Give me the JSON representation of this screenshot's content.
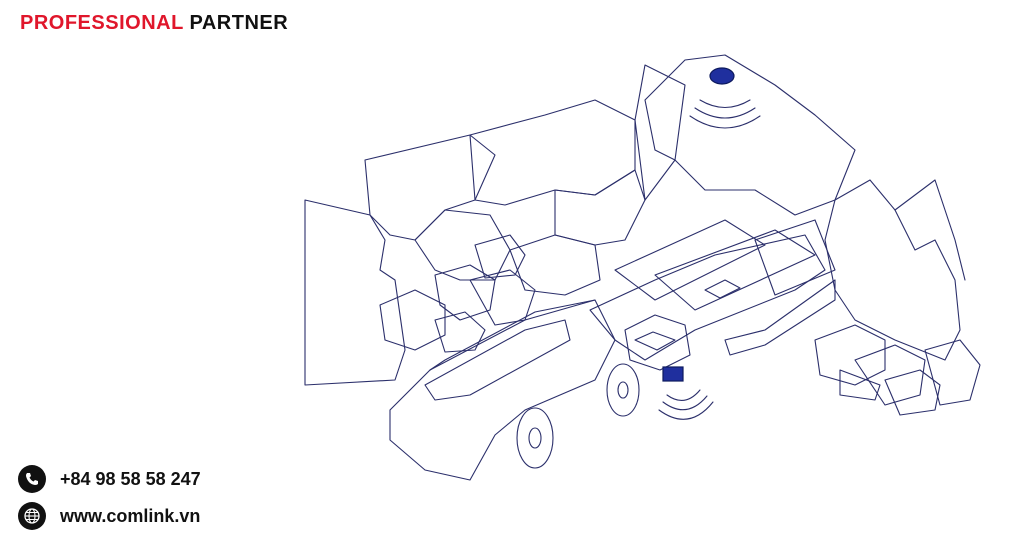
{
  "brand": {
    "primary": "PROFESSIONAL",
    "secondary": "PARTNER",
    "accent_color": "#e0162b"
  },
  "contacts": {
    "phone": {
      "icon": "phone-icon",
      "text": "+84 98 58 58 247"
    },
    "website": {
      "icon": "globe-icon",
      "text": "www.comlink.vn"
    }
  },
  "illustration": {
    "subject": "mining-vehicle-tunnel",
    "device_color": "#1f2f9e"
  }
}
